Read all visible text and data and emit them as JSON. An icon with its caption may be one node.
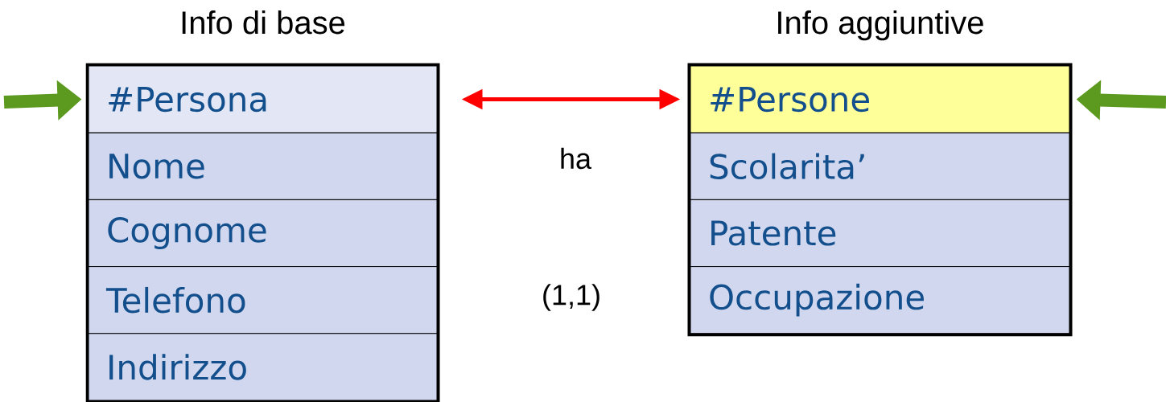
{
  "diagram": {
    "nodes": [
      {
        "text": [
          "Info di base"
        ]
      },
      {
        "text": [
          "#Persona"
        ],
        "in": 0
      },
      {
        "text": [
          "Nome"
        ],
        "in": 0
      },
      {
        "text": [
          "Cognome"
        ],
        "in": 0
      },
      {
        "text": [
          "Telefono"
        ],
        "in": 0
      },
      {
        "text": [
          "Indirizzo"
        ],
        "in": 0
      },
      {
        "text": [
          "Info aggiuntive"
        ]
      },
      {
        "text": [
          "#Persone"
        ],
        "in": 6
      },
      {
        "text": [
          "Scolarita’"
        ],
        "in": 6
      },
      {
        "text": [
          "Patente"
        ],
        "in": 6
      },
      {
        "text": [
          "Occupazione"
        ],
        "in": 6
      }
    ],
    "edges": [
      {
        "from": 1,
        "to": 7,
        "arrow": "both",
        "label": "ha",
        "color": "#ff0000"
      },
      {
        "from": null,
        "to": 1,
        "arrow": "to",
        "color": "#5b9a1f"
      },
      {
        "from": null,
        "to": 7,
        "arrow": "to",
        "color": "#5b9a1f"
      }
    ],
    "labels": [
      "(1,1)"
    ]
  }
}
